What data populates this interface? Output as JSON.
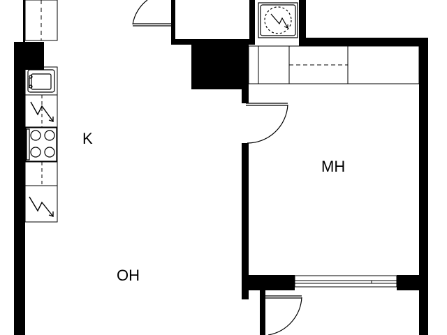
{
  "rooms": {
    "kitchen": {
      "label": "K"
    },
    "living_room": {
      "label": "OH"
    },
    "bedroom": {
      "label": "MH"
    }
  },
  "appliance_symbols": [
    "sink",
    "dishwasher",
    "stove",
    "refrigerator",
    "washing-machine"
  ],
  "colors": {
    "wall": "#000000",
    "fixture_line": "#000000",
    "background": "#ffffff"
  }
}
